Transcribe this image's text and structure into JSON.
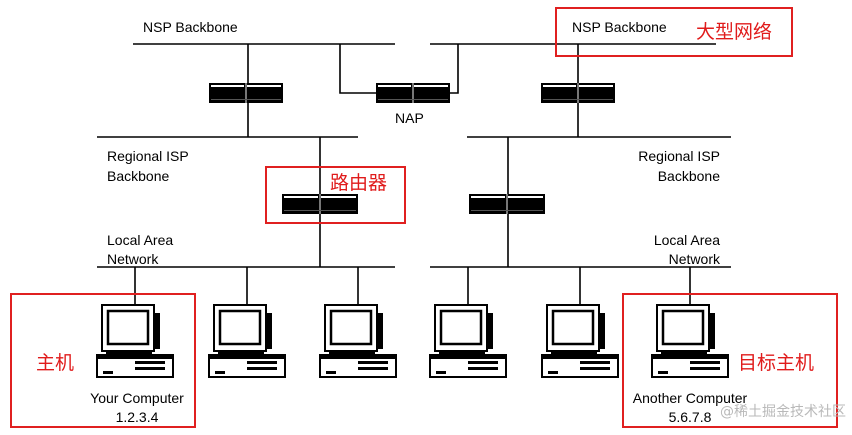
{
  "labels": {
    "nsp_left": "NSP Backbone",
    "nsp_right": "NSP Backbone",
    "nap": "NAP",
    "regional_left_1": "Regional ISP",
    "regional_left_2": "Backbone",
    "regional_right_1": "Regional ISP",
    "regional_right_2": "Backbone",
    "lan_left_1": "Local Area",
    "lan_left_2": "Network",
    "lan_right_1": "Local Area",
    "lan_right_2": "Network",
    "your_computer_name": "Your Computer",
    "your_computer_ip": "1.2.3.4",
    "another_computer_name": "Another Computer",
    "another_computer_ip": "5.6.7.8"
  },
  "annotations": {
    "large_network": "大型网络",
    "router": "路由器",
    "host": "主机",
    "target_host": "目标主机"
  },
  "colors": {
    "annotation": "#e01b1b",
    "line": "#000000",
    "device": "#000000"
  },
  "watermark": "@稀土掘金技术社区"
}
